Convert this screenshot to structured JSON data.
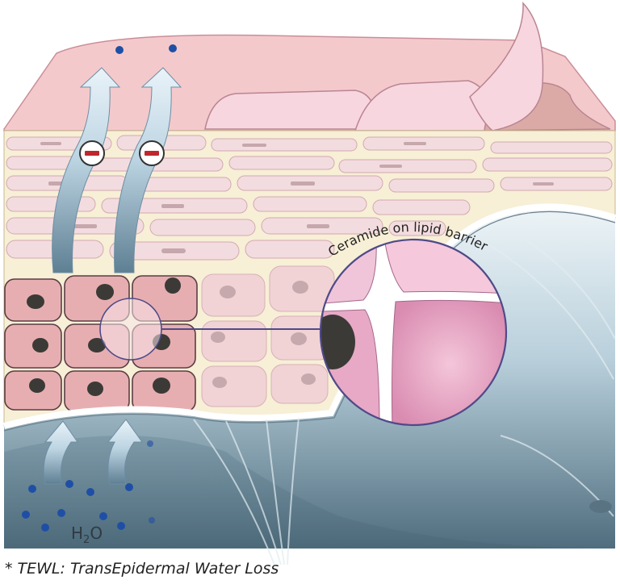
{
  "diagram": {
    "callout_label": "Ceramide on lipid barrier",
    "water_label": "H",
    "water_subscript": "2",
    "water_label_end": "O",
    "footnote": "* TEWL: TransEpidermal Water Loss"
  },
  "colors": {
    "stratum_corneum": "#f4c9cc",
    "granular_layer": "#f7efd6",
    "lipid_cells": "#f3dcdf",
    "basal_cells": "#e7aeb1",
    "dermis_top": "#e6f0f5",
    "dermis_bottom": "#577586",
    "water_dot": "#1f4fa5",
    "minus_sign": "#c0272d",
    "outline": "#3b2f3a",
    "callout_ring": "#4f4a88"
  }
}
